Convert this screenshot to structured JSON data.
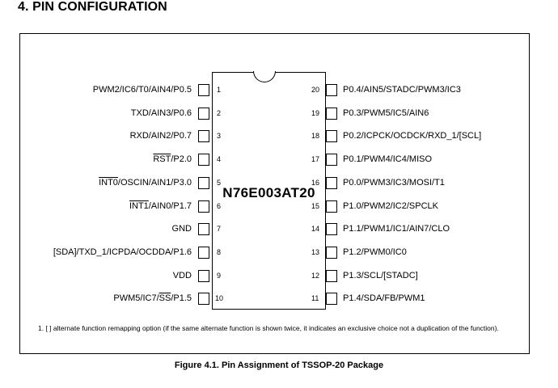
{
  "section_title": "4. PIN CONFIGURATION",
  "chip_name": "N76E003AT20",
  "left_pins": [
    {
      "num": "1",
      "pre": "PWM2/IC6/T0/AIN4/P0.5",
      "ov": "",
      "post": ""
    },
    {
      "num": "2",
      "pre": "TXD/AIN3/P0.6",
      "ov": "",
      "post": ""
    },
    {
      "num": "3",
      "pre": "RXD/AIN2/P0.7",
      "ov": "",
      "post": ""
    },
    {
      "num": "4",
      "pre": "",
      "ov": "RST",
      "post": "/P2.0"
    },
    {
      "num": "5",
      "pre": "",
      "ov": "INT0",
      "post": "/OSCIN/AIN1/P3.0"
    },
    {
      "num": "6",
      "pre": "",
      "ov": "INT1",
      "post": "/AIN0/P1.7"
    },
    {
      "num": "7",
      "pre": "GND",
      "ov": "",
      "post": ""
    },
    {
      "num": "8",
      "pre": "[SDA]/TXD_1/ICPDA/OCDDA/P1.6",
      "ov": "",
      "post": ""
    },
    {
      "num": "9",
      "pre": "VDD",
      "ov": "",
      "post": ""
    },
    {
      "num": "10",
      "pre": "PWM5/IC7/",
      "ov": "SS",
      "post": "/P1.5"
    }
  ],
  "right_pins": [
    {
      "num": "20",
      "label": "P0.4/AIN5/STADC/PWM3/IC3"
    },
    {
      "num": "19",
      "label": "P0.3/PWM5/IC5/AIN6"
    },
    {
      "num": "18",
      "label": "P0.2/ICPCK/OCDCK/RXD_1/[SCL]"
    },
    {
      "num": "17",
      "label": "P0.1/PWM4/IC4/MISO"
    },
    {
      "num": "16",
      "label": "P0.0/PWM3/IC3/MOSI/T1"
    },
    {
      "num": "15",
      "label": "P1.0/PWM2/IC2/SPCLK"
    },
    {
      "num": "14",
      "label": "P1.1/PWM1/IC1/AIN7/CLO"
    },
    {
      "num": "13",
      "label": "P1.2/PWM0/IC0"
    },
    {
      "num": "12",
      "label": "P1.3/SCL/[STADC]"
    },
    {
      "num": "11",
      "label": "P1.4/SDA/FB/PWM1"
    }
  ],
  "footnote": "1. [ ] alternate function remapping option (if the same alternate function is shown twice, it indicates an exclusive choice not a duplication of the function).",
  "caption": "Figure 4.1. Pin Assignment of TSSOP-20 Package"
}
